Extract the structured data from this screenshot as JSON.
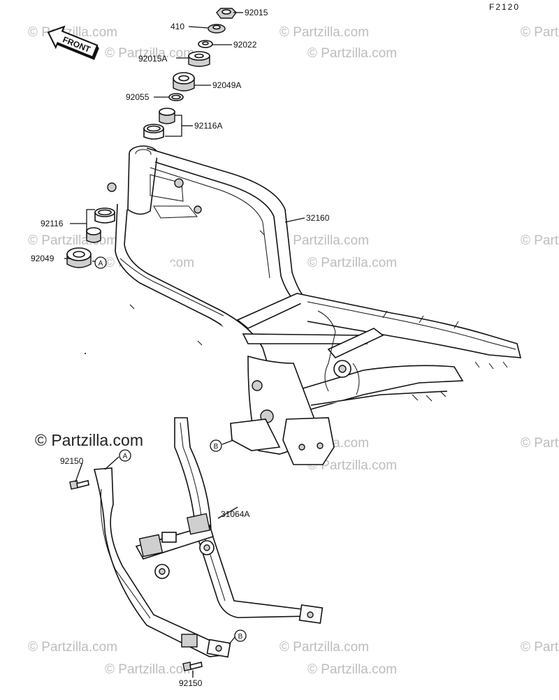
{
  "figure_code": "F2120",
  "front_label": "FRONT",
  "watermark_text": "© Partzilla.com",
  "callout_a": "A",
  "callout_b": "B",
  "parts": {
    "p92015": "92015",
    "p410": "410",
    "p92022": "92022",
    "p92015a": "92015A",
    "p92049a": "92049A",
    "p92055": "92055",
    "p92116a": "92116A",
    "p32160": "32160",
    "p92116": "92116",
    "p92049": "92049",
    "p92150_top": "92150",
    "p31064a": "31064A",
    "p92150_bottom": "92150"
  }
}
